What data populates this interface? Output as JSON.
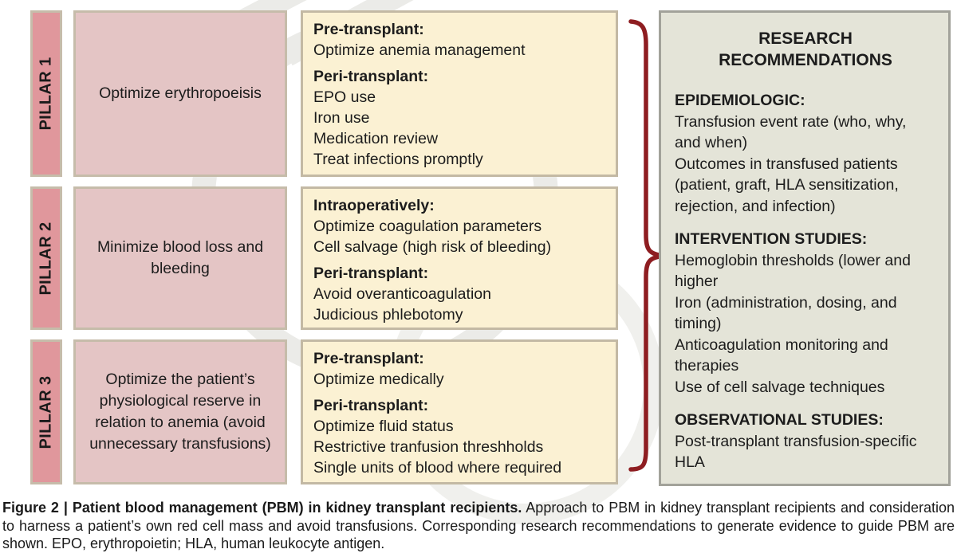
{
  "colors": {
    "pillar_fill": "#e0979c",
    "pillar_border": "#c6bcaa",
    "summary_fill": "#e4c5c5",
    "summary_border": "#c6bcaa",
    "detail_fill": "#fbf1d3",
    "detail_border": "#c3b9a4",
    "research_fill": "#e4e4d8",
    "research_border": "#a2a29a",
    "brace_color": "#8e1d21",
    "text_color": "#1c1c1c"
  },
  "pillars": [
    {
      "label": "PILLAR 1",
      "summary": "Optimize erythropoeisis",
      "sections": [
        {
          "heading": "Pre-transplant:",
          "items": [
            "Optimize anemia management"
          ]
        },
        {
          "heading": "Peri-transplant:",
          "items": [
            "EPO use",
            "Iron use",
            "Medication review",
            "Treat infections promptly"
          ]
        }
      ]
    },
    {
      "label": "PILLAR 2",
      "summary": "Minimize blood loss and bleeding",
      "sections": [
        {
          "heading": "Intraoperatively:",
          "items": [
            "Optimize coagulation parameters",
            "Cell salvage (high risk of bleeding)"
          ]
        },
        {
          "heading": "Peri-transplant:",
          "items": [
            "Avoid overanticoagulation",
            "Judicious phlebotomy"
          ]
        }
      ]
    },
    {
      "label": "PILLAR 3",
      "summary": "Optimize the patient’s physiological reserve in relation to anemia (avoid unnecessary transfusions)",
      "sections": [
        {
          "heading": "Pre-transplant:",
          "items": [
            "Optimize medically"
          ]
        },
        {
          "heading": "Peri-transplant:",
          "items": [
            "Optimize fluid status",
            "Restrictive tranfusion threshholds",
            "Single units of blood where required"
          ]
        }
      ]
    }
  ],
  "research": {
    "title": [
      "RESEARCH",
      "RECOMMENDATIONS"
    ],
    "sections": [
      {
        "heading": "EPIDEMIOLOGIC:",
        "items": [
          "Transfusion event rate (who, why, and when)",
          "Outcomes in transfused patients (patient, graft, HLA sensitization, rejection, and infection)"
        ]
      },
      {
        "heading": "INTERVENTION STUDIES:",
        "items": [
          "Hemoglobin thresholds (lower and higher",
          "Iron (administration, dosing, and timing)",
          "Anticoagulation monitoring and therapies",
          "Use of cell salvage techniques"
        ]
      },
      {
        "heading": "OBSERVATIONAL STUDIES:",
        "items": [
          "Post-transplant transfusion-specific HLA"
        ]
      }
    ]
  },
  "caption": {
    "bold": "Figure 2 | Patient blood management (PBM) in kidney transplant recipients.",
    "rest": " Approach to PBM in kidney transplant recipients and consideration to harness a patient’s own red cell mass and avoid transfusions. Corresponding research recommendations to generate evidence to guide PBM are shown. EPO, erythropoietin; HLA, human leukocyte antigen."
  }
}
